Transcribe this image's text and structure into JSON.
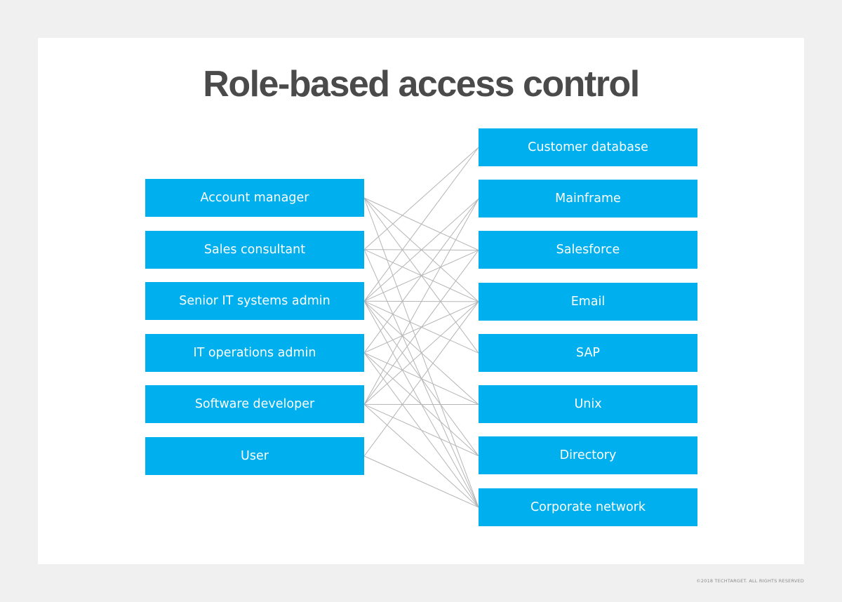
{
  "title": "Role-based access control",
  "roles": [
    {
      "label": "Account manager"
    },
    {
      "label": "Sales consultant"
    },
    {
      "label": "Senior IT systems admin"
    },
    {
      "label": "IT operations admin"
    },
    {
      "label": "Software developer"
    },
    {
      "label": "User"
    }
  ],
  "resources": [
    {
      "label": "Customer database"
    },
    {
      "label": "Mainframe"
    },
    {
      "label": "Salesforce"
    },
    {
      "label": "Email"
    },
    {
      "label": "SAP"
    },
    {
      "label": "Unix"
    },
    {
      "label": "Directory"
    },
    {
      "label": "Corporate network"
    }
  ],
  "connections": [
    [
      "Account manager",
      "Salesforce"
    ],
    [
      "Account manager",
      "Email"
    ],
    [
      "Account manager",
      "SAP"
    ],
    [
      "Account manager",
      "Corporate network"
    ],
    [
      "Sales consultant",
      "Customer database"
    ],
    [
      "Sales consultant",
      "Salesforce"
    ],
    [
      "Sales consultant",
      "Email"
    ],
    [
      "Sales consultant",
      "Corporate network"
    ],
    [
      "Senior IT systems admin",
      "Customer database"
    ],
    [
      "Senior IT systems admin",
      "Mainframe"
    ],
    [
      "Senior IT systems admin",
      "Salesforce"
    ],
    [
      "Senior IT systems admin",
      "Email"
    ],
    [
      "Senior IT systems admin",
      "SAP"
    ],
    [
      "Senior IT systems admin",
      "Unix"
    ],
    [
      "Senior IT systems admin",
      "Directory"
    ],
    [
      "Senior IT systems admin",
      "Corporate network"
    ],
    [
      "IT operations admin",
      "Mainframe"
    ],
    [
      "IT operations admin",
      "Email"
    ],
    [
      "IT operations admin",
      "Unix"
    ],
    [
      "IT operations admin",
      "Directory"
    ],
    [
      "IT operations admin",
      "Corporate network"
    ],
    [
      "Software developer",
      "Mainframe"
    ],
    [
      "Software developer",
      "Salesforce"
    ],
    [
      "Software developer",
      "Email"
    ],
    [
      "Software developer",
      "Unix"
    ],
    [
      "Software developer",
      "Directory"
    ],
    [
      "Software developer",
      "Corporate network"
    ],
    [
      "User",
      "Email"
    ],
    [
      "User",
      "Corporate network"
    ]
  ],
  "colors": {
    "box": "#00b0ee",
    "box_text": "#ffffff",
    "title": "#4a4a4a",
    "line": "#b5b5b5",
    "background": "#f0f0f0",
    "card": "#ffffff"
  },
  "copyright": "©2018 TECHTARGET. ALL RIGHTS RESERVED"
}
